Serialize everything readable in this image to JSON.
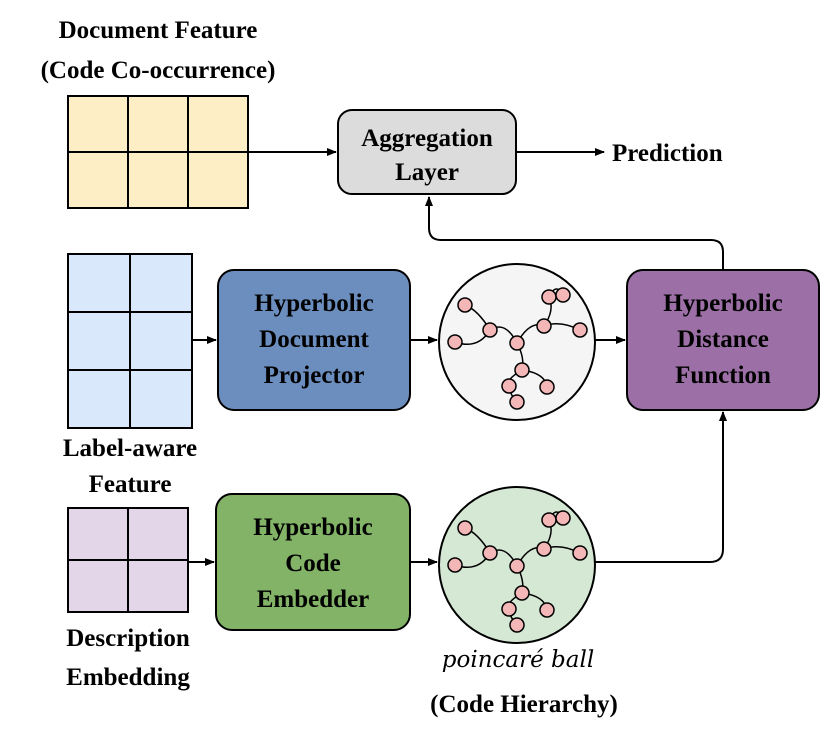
{
  "labels": {
    "doc_feature_line1": "Document Feature",
    "doc_feature_line2": "(Code Co-occurrence)",
    "label_aware_line1": "Label-aware",
    "label_aware_line2": "Feature",
    "description_line1": "Description",
    "description_line2": "Embedding",
    "prediction": "Prediction",
    "poincare_ball": "poincaré ball",
    "code_hierarchy": "(Code Hierarchy)"
  },
  "boxes": {
    "aggregation": {
      "line1": "Aggregation",
      "line2": "Layer"
    },
    "doc_projector": {
      "line1": "Hyperbolic",
      "line2": "Document",
      "line3": "Projector"
    },
    "code_embedder": {
      "line1": "Hyperbolic",
      "line2": "Code",
      "line3": "Embedder"
    },
    "distance_fn": {
      "line1": "Hyperbolic",
      "line2": "Distance",
      "line3": "Function"
    }
  },
  "colors": {
    "doc_grid": "#fdeec6",
    "label_grid": "#d9e8fb",
    "desc_grid": "#e2d6e8",
    "aggregation": "#dcdcdc",
    "doc_projector": "#6c8ebf",
    "code_embedder": "#82b366",
    "distance_fn": "#9c70a6",
    "ball_top": "#f5f5f5",
    "ball_bottom": "#d5e8d4",
    "tree_node": "#f4b7b7"
  }
}
